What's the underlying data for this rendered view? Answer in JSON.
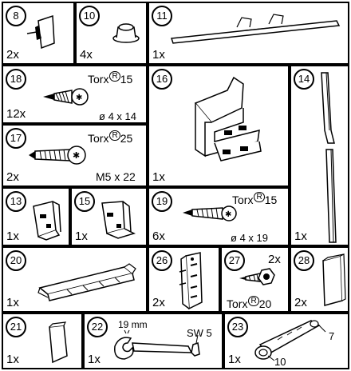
{
  "parts": {
    "p8": {
      "number": "8",
      "qty": "2x"
    },
    "p10": {
      "number": "10",
      "qty": "4x"
    },
    "p11": {
      "number": "11",
      "qty": "1x"
    },
    "p18": {
      "number": "18",
      "qty": "12x",
      "torx_label": "Torx",
      "torx_reg": "R",
      "torx_size": "15",
      "dim": "4 x 14",
      "dim_symbol": "ø"
    },
    "p16": {
      "number": "16",
      "qty": "1x"
    },
    "p14": {
      "number": "14",
      "qty": "1x"
    },
    "p17": {
      "number": "17",
      "qty": "2x",
      "torx_label": "Torx",
      "torx_reg": "R",
      "torx_size": "25",
      "dim": "M5 x 22"
    },
    "p13": {
      "number": "13",
      "qty": "1x"
    },
    "p15": {
      "number": "15",
      "qty": "1x"
    },
    "p19": {
      "number": "19",
      "qty": "6x",
      "torx_label": "Torx",
      "torx_reg": "R",
      "torx_size": "15",
      "dim": "4 x 19",
      "dim_symbol": "ø"
    },
    "p20": {
      "number": "20",
      "qty": "1x"
    },
    "p26": {
      "number": "26",
      "qty": "2x"
    },
    "p27": {
      "number": "27",
      "qty": "2x",
      "qty_top": "2x",
      "torx_label": "Torx",
      "torx_reg": "R",
      "torx_size": "20"
    },
    "p28": {
      "number": "28",
      "qty": "2x"
    },
    "p21": {
      "number": "21",
      "qty": "1x"
    },
    "p22": {
      "number": "22",
      "qty": "1x",
      "size_label": "19 mm",
      "wrench_label": "SW 5"
    },
    "p23": {
      "number": "23",
      "qty": "1x",
      "label_7": "7",
      "label_10": "10"
    }
  },
  "colors": {
    "line": "#000000",
    "fill": "#ffffff",
    "shade": "#e0e0e0"
  }
}
